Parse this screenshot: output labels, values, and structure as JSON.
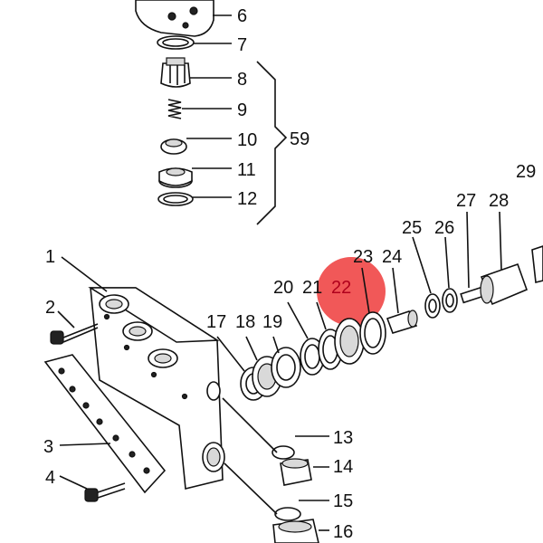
{
  "labels": {
    "l1": "1",
    "l2": "2",
    "l3": "3",
    "l4": "4",
    "l6": "6",
    "l7": "7",
    "l8": "8",
    "l9": "9",
    "l10": "10",
    "l11": "11",
    "l12": "12",
    "l13": "13",
    "l14": "14",
    "l15": "15",
    "l16": "16",
    "l17": "17",
    "l18": "18",
    "l19": "19",
    "l20": "20",
    "l21": "21",
    "l22": "22",
    "l23": "23",
    "l24": "24",
    "l25": "25",
    "l26": "26",
    "l27": "27",
    "l28": "28",
    "l29": "29",
    "l59": "59"
  },
  "highlight": {
    "part": "22",
    "color": "#ee3b3b"
  }
}
